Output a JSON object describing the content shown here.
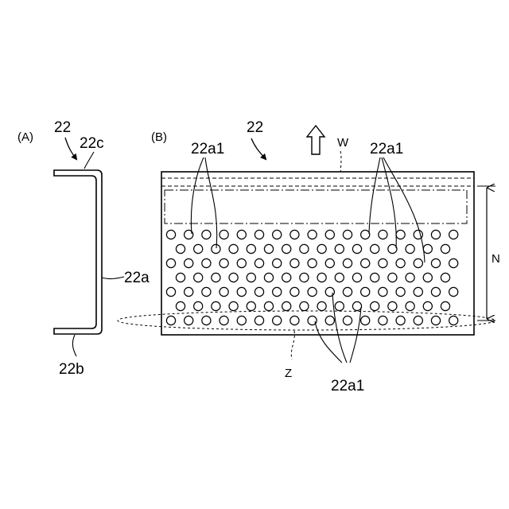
{
  "figure_a": {
    "panel_label": "(A)",
    "ref_main": "22",
    "ref_top": "22c",
    "ref_side": "22a",
    "ref_bottom": "22b"
  },
  "figure_b": {
    "panel_label": "(B)",
    "ref_main": "22",
    "ref_holes_top_left": "22a1",
    "ref_holes_top_right": "22a1",
    "ref_holes_bottom": "22a1",
    "ref_w": "W",
    "ref_n": "N",
    "ref_z": "Z"
  },
  "colors": {
    "ink": "#000000",
    "background": "#ffffff"
  }
}
